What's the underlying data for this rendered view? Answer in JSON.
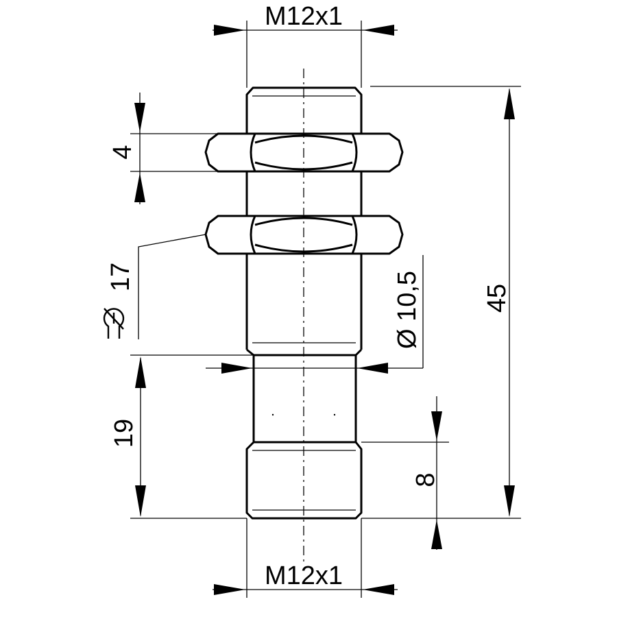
{
  "dimensions": {
    "top_thread": "M12x1",
    "bottom_thread": "M12x1",
    "overall_length": "45",
    "nut_thickness": "4",
    "wrench_size": "17",
    "neck_diameter": "Ø 10,5",
    "lower_length": "19",
    "end_thread_length": "8"
  },
  "icons": {
    "wrench_symbol": "wrench-icon"
  }
}
